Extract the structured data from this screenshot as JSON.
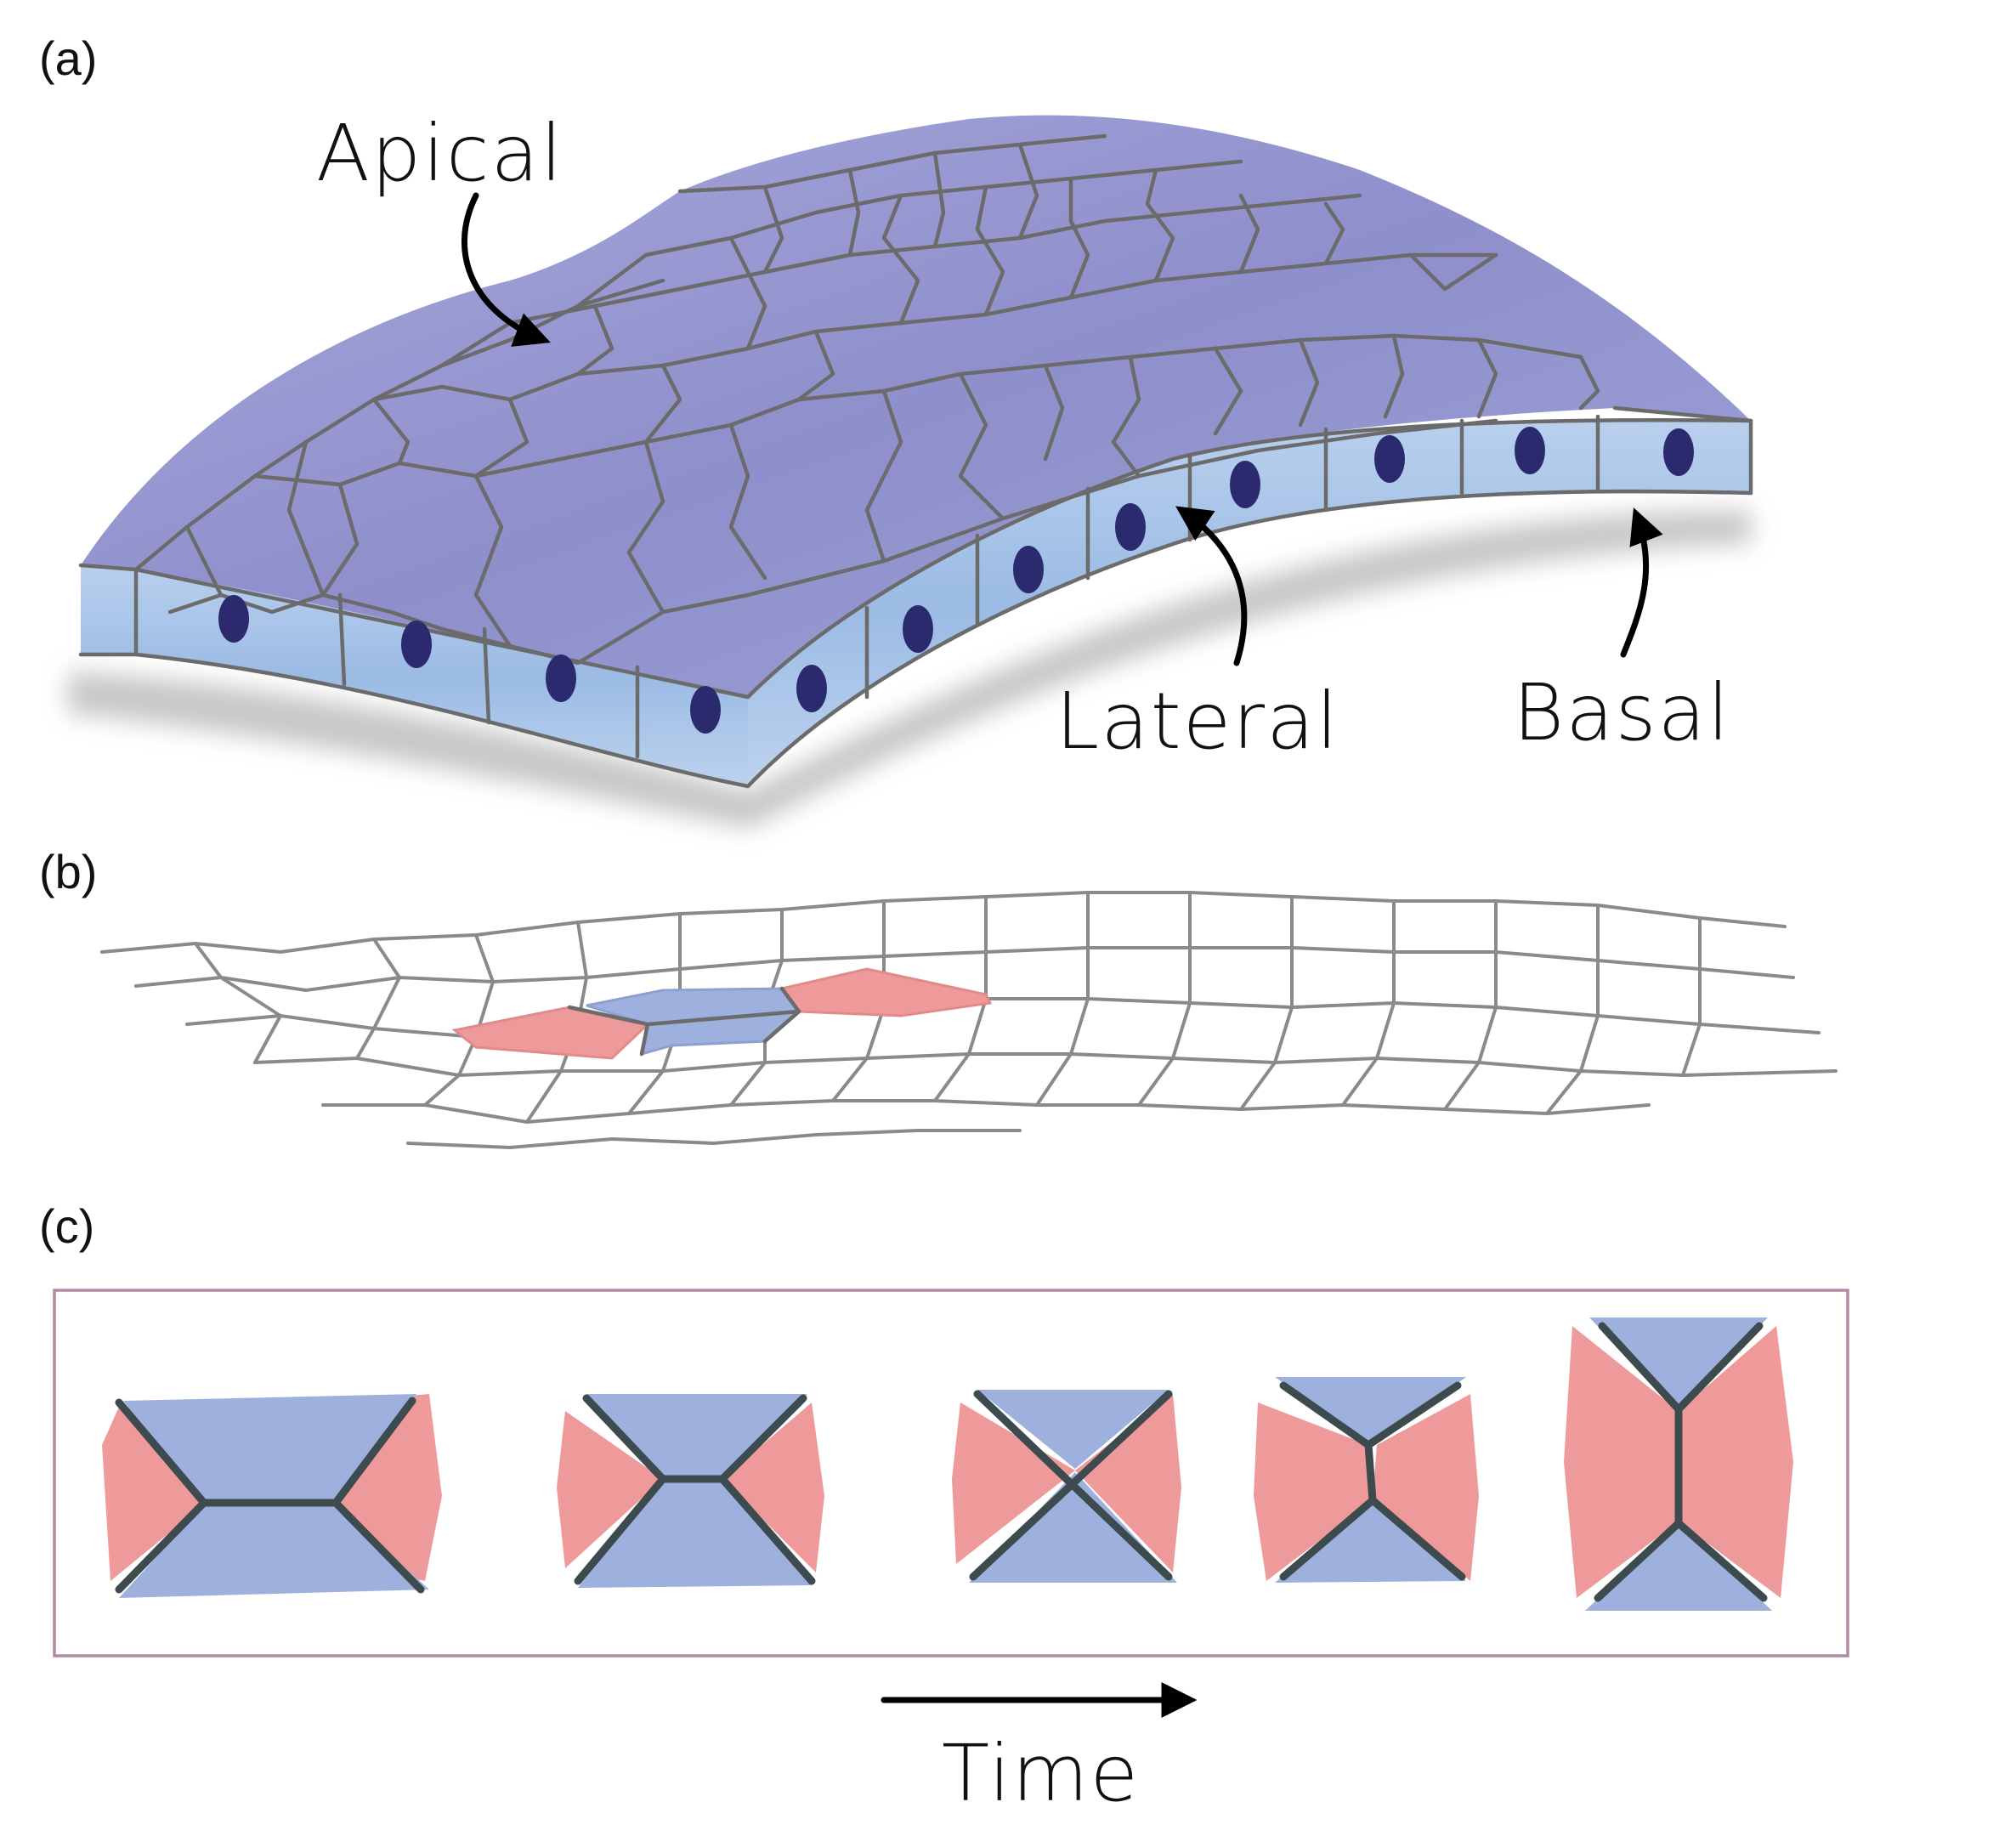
{
  "panels": {
    "a": {
      "label": "(a)",
      "annotations": {
        "apical": "Apical",
        "lateral": "Lateral",
        "basal": "Basal"
      }
    },
    "b": {
      "label": "(b)"
    },
    "c": {
      "label": "(c)",
      "time_label": "Time"
    }
  },
  "colors": {
    "apical_surface": "#8f8fc9",
    "lateral_side": "#a9c4e8",
    "nucleus": "#2b2a6e",
    "cell_outline": "#6b6b6b",
    "highlight_blue": "#9eb0de",
    "highlight_red": "#ee9a9a",
    "junction": "#3d4b4f",
    "frame": "#b08aa0"
  }
}
